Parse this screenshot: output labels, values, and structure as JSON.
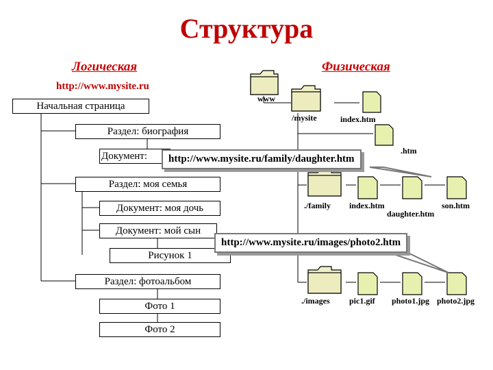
{
  "title": "Структура",
  "logical": {
    "heading": "Логическая",
    "url": "http://www.mysite.ru",
    "start_page": "Начальная страница",
    "section_bio": "Раздел: биография",
    "doc_bio": "Документ:",
    "section_family": "Раздел: моя семья",
    "doc_daughter": "Документ: моя дочь",
    "doc_son": "Документ: мой сын",
    "picture": "Рисунок 1",
    "section_album": "Раздел: фотоальбом",
    "photo1": "Фото 1",
    "photo2": "Фото 2"
  },
  "physical": {
    "heading": "Физическая",
    "root": "www",
    "mysite": "/mysite",
    "index_root": "index.htm",
    "index_bio_fragment": ".htm",
    "family": "./family",
    "index_family": "index.htm",
    "daughter": "daughter.htm",
    "son": "son.htm",
    "images": "./images",
    "pic1": "pic1.gif",
    "photo1": "photo1.jpg",
    "photo2": "photo2.jpg"
  },
  "callouts": {
    "daughter_url": "http://www.mysite.ru/family/daughter.htm",
    "photo_url": "http://www.mysite.ru/images/photo2.htm"
  },
  "colors": {
    "heading": "#cc0000",
    "folder": "#f0f0c8",
    "file": "#e8f0b0"
  }
}
